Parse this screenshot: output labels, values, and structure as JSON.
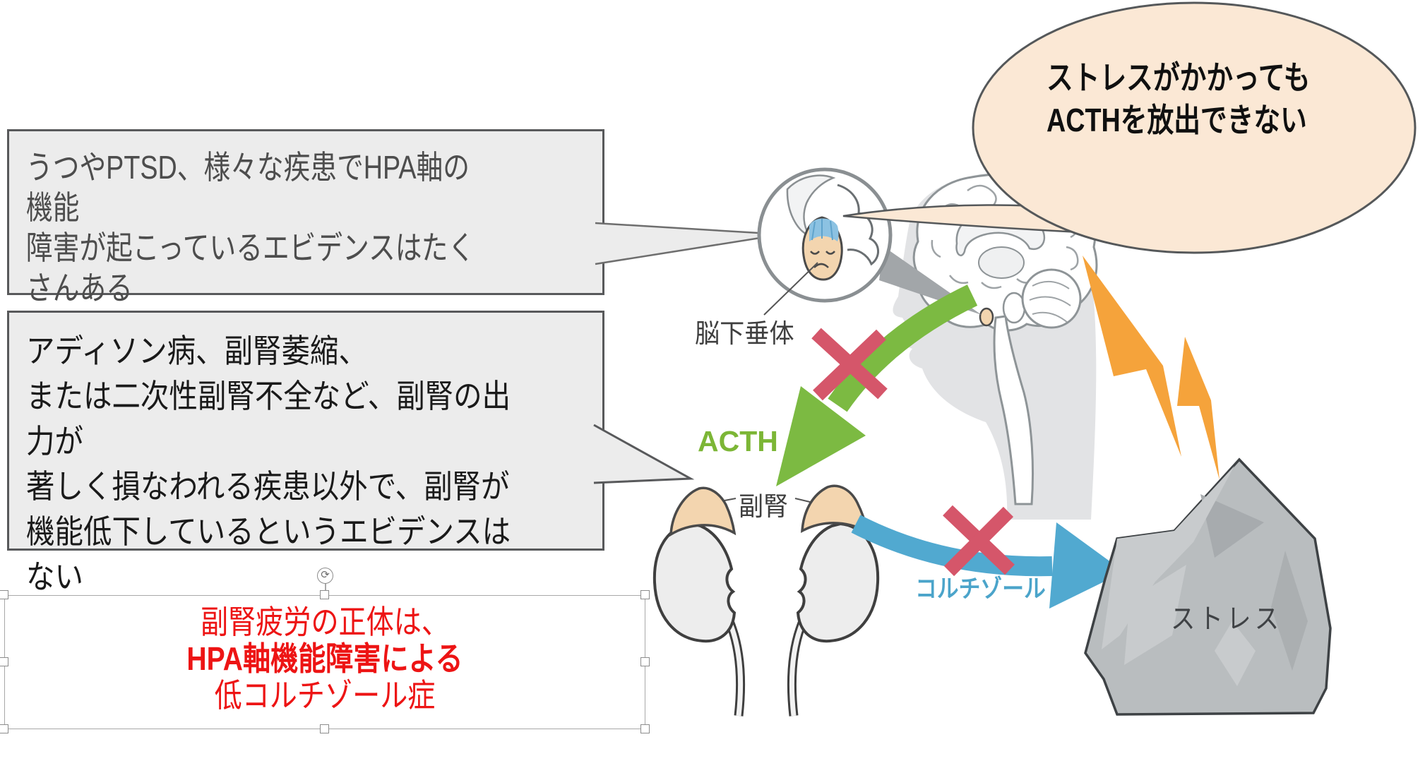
{
  "slide": {
    "speech_bubble": {
      "line1": "ストレスがかかっても",
      "line2": "ACTHを放出できない"
    },
    "evidence_callout": {
      "line1": "うつやPTSD、様々な疾患でHPA軸の機能",
      "line2": "障害が起こっているエビデンスはたくさんある"
    },
    "counter_callout": {
      "line1": "アディソン病、副腎萎縮、",
      "line2": "または二次性副腎不全など、副腎の出力が",
      "line3": "著しく損なわれる疾患以外で、副腎が",
      "line4": "機能低下しているというエビデンスはない"
    },
    "conclusion": {
      "line1": "副腎疲労の正体は、",
      "line2": "HPA軸機能障害による",
      "line3": "低コルチゾール症"
    },
    "labels": {
      "pituitary": "脳下垂体",
      "adrenal": "副腎",
      "acth": "ACTH",
      "cortisol": "コルチゾール",
      "stress": "ストレス"
    }
  },
  "icons": {
    "rotate_glyph": "⟳"
  },
  "colors": {
    "box_fill": "#ECECEC",
    "box_border": "#58595B",
    "box1_text": "#4D4D4D",
    "box2_text": "#1A1A1A",
    "conclusion_red": "#ED1414",
    "selection_gray": "#A8A8A8",
    "bubble_fill": "#FBE8D5",
    "bubble_border": "#55585A",
    "accent_green": "#7CB636",
    "arrow_green": "#7CBA42",
    "accent_blue": "#4BA4CA",
    "arrow_blue": "#51A9D0",
    "cross_red": "#D5566A",
    "bolt_orange": "#F5A33B",
    "rock_fill": "#B9BDBF",
    "rock_border": "#3E4245",
    "rock_light": "#C8CBCD",
    "rock_dark": "#A7ABAE",
    "head_gray": "#E2E3E5",
    "brain_outline": "#8E9497",
    "adrenal_tan": "#F3D5AF",
    "kidney_fill": "#EDEDED",
    "organ_outline": "#3F3F3F",
    "label_gray": "#3F3F3F"
  }
}
